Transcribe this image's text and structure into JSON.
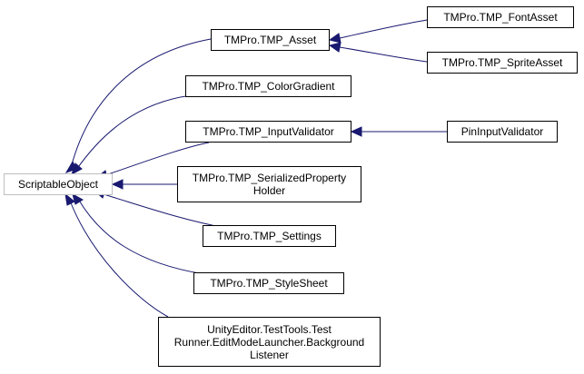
{
  "colors": {
    "edge": "#191970",
    "node_border": "#000000",
    "base_border": "#bfbfbf",
    "background": "#ffffff"
  },
  "nodes": {
    "scriptable_object": "ScriptableObject",
    "tmp_asset": "TMPro.TMP_Asset",
    "tmp_color_gradient": "TMPro.TMP_ColorGradient",
    "tmp_input_validator": "TMPro.TMP_InputValidator",
    "tmp_serialized_property_holder": "TMPro.TMP_SerializedProperty\nHolder",
    "tmp_settings": "TMPro.TMP_Settings",
    "tmp_style_sheet": "TMPro.TMP_StyleSheet",
    "background_listener": "UnityEditor.TestTools.Test\nRunner.EditModeLauncher.Background\nListener",
    "tmp_font_asset": "TMPro.TMP_FontAsset",
    "tmp_sprite_asset": "TMPro.TMP_SpriteAsset",
    "pin_input_validator": "PinInputValidator"
  }
}
